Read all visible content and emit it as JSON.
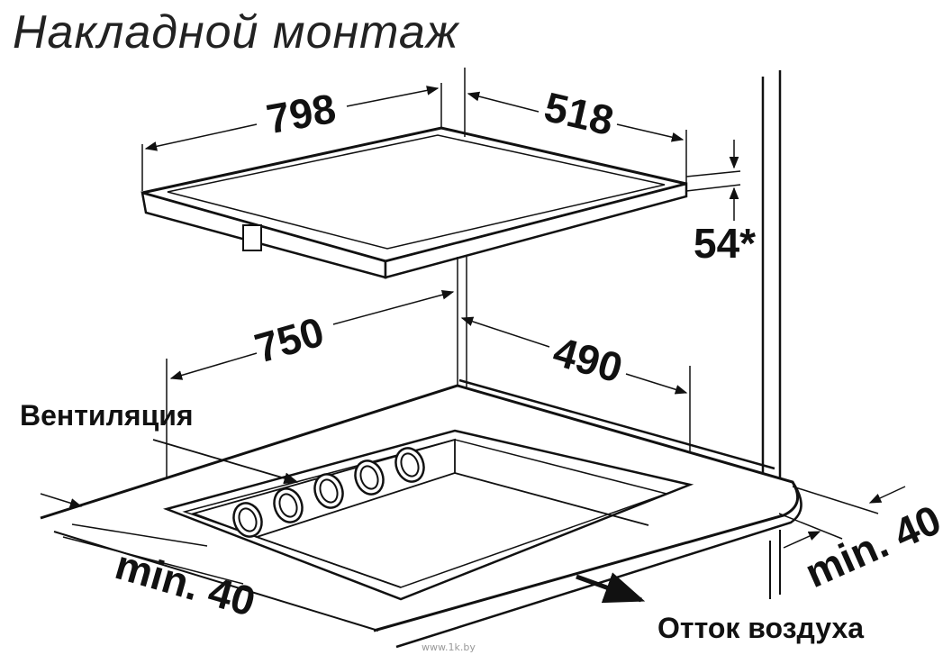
{
  "title": "Накладной монтаж",
  "dimensions": {
    "hob_width": "798",
    "hob_depth": "518",
    "hob_height": "54*",
    "cutout_width": "750",
    "cutout_depth": "490",
    "min_left": "min. 40",
    "min_right": "min. 40"
  },
  "labels": {
    "ventilation": "Вентиляция",
    "air_outflow": "Отток воздуха"
  },
  "watermark": "www.1k.by"
}
